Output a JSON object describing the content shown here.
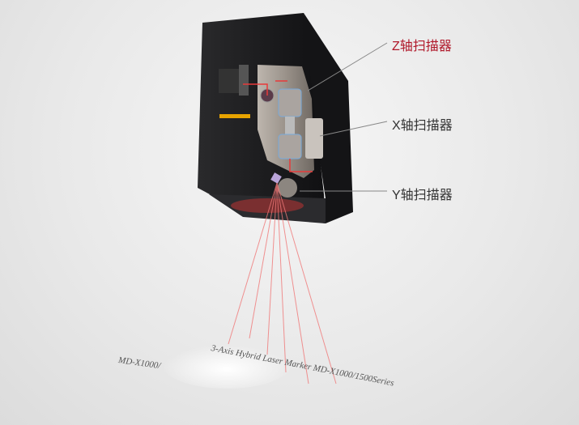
{
  "callouts": [
    {
      "label": "Z轴扫描器",
      "color": "#b0182a"
    },
    {
      "label": "X轴扫描器",
      "color": "#333333"
    },
    {
      "label": "Y轴扫描器",
      "color": "#333333"
    }
  ],
  "surface_text": {
    "left": "MD-X1000/",
    "right": "3-Axis Hybrid Laser Marker MD-X1000/1500Series"
  },
  "colors": {
    "laser": "#e83a3a",
    "housing": "#1c1c1e",
    "accent": "#e8a400"
  }
}
